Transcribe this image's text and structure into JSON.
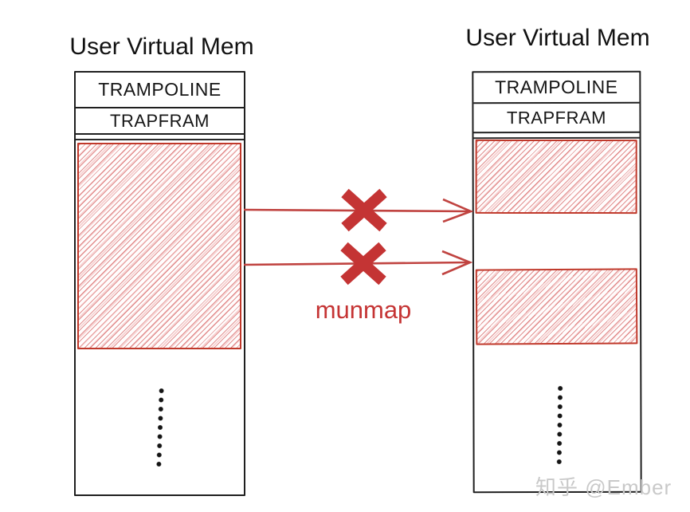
{
  "diagram": {
    "left_column": {
      "title": "User Virtual Mem",
      "sections": [
        {
          "label": "TRAMPOLINE"
        },
        {
          "label": "TRAPFRAM"
        }
      ],
      "mapped_region": "hatched (mapped memory)",
      "continuation": "vertical ellipsis"
    },
    "right_column": {
      "title": "User Virtual Mem",
      "sections": [
        {
          "label": "TRAMPOLINE"
        },
        {
          "label": "TRAPFRAM"
        }
      ],
      "mapped_regions": [
        "hatched upper region",
        "hatched lower region"
      ],
      "continuation": "vertical ellipsis"
    },
    "action_label": "munmap",
    "arrows": [
      {
        "name": "upper-mapping-arrow",
        "crossed_out": true
      },
      {
        "name": "lower-mapping-arrow",
        "crossed_out": true
      }
    ],
    "watermark": "知乎 @Ember",
    "colors": {
      "accent_red": "#c43434",
      "hatch_border": "#c0392b",
      "box_border": "#1f1f1f",
      "watermark_gray": "#c9c9c9"
    }
  }
}
